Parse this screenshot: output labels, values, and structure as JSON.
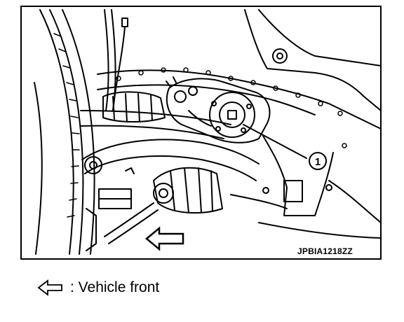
{
  "diagram": {
    "callout_number": "1",
    "figure_code": "JPBIA1218ZZ"
  },
  "legend": {
    "icon": "hollow-left-arrow-icon",
    "text": ": Vehicle front"
  },
  "colors": {
    "line": "#000000",
    "background": "#ffffff"
  }
}
